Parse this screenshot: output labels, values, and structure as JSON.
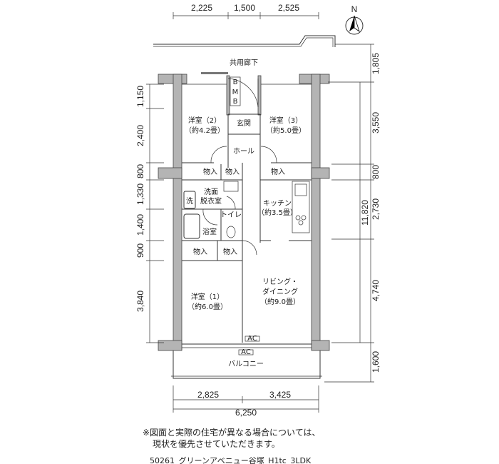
{
  "plan": {
    "corridor": "共用廊下",
    "balcony": "バルコニー",
    "rooms": [
      {
        "name": "洋室（2）",
        "size": "（約4.2畳）"
      },
      {
        "name": "洋室（3）",
        "size": "（約5.0畳）"
      },
      {
        "name": "洋室（1）",
        "size": "（約6.0畳）"
      },
      {
        "name": "キッチン",
        "size": "（約3.5畳）"
      },
      {
        "name": "リビング・",
        "name2": "ダイニング",
        "size": "（約9.0畳）"
      }
    ],
    "entrance": "玄関",
    "hall": "ホール",
    "storage": "物入",
    "washroom": [
      "洗面",
      "脱衣室"
    ],
    "washer": "洗",
    "toilet": "トイレ",
    "bath": "浴室",
    "mb": [
      "B",
      "M",
      "B"
    ],
    "ac": "AC"
  },
  "dimensions": {
    "top": [
      "2,225",
      "1,500",
      "2,525"
    ],
    "left": [
      "1,150",
      "2,400",
      "800",
      "1,330",
      "1,400",
      "900",
      "3,840"
    ],
    "right": [
      "1,805",
      "3,550",
      "800",
      "2,730",
      "4,740",
      "1,600"
    ],
    "right_total": "11,820",
    "bottom": [
      "2,825",
      "3,425"
    ],
    "bottom_total": "6,250"
  },
  "compass": "N",
  "notes": {
    "line1": "※図面と実際の住宅が異なる場合については、",
    "line2": "現状を優先させていただきます。",
    "caption": "50261_グリーンアベニュー谷塚_H1tc_3LDK"
  }
}
